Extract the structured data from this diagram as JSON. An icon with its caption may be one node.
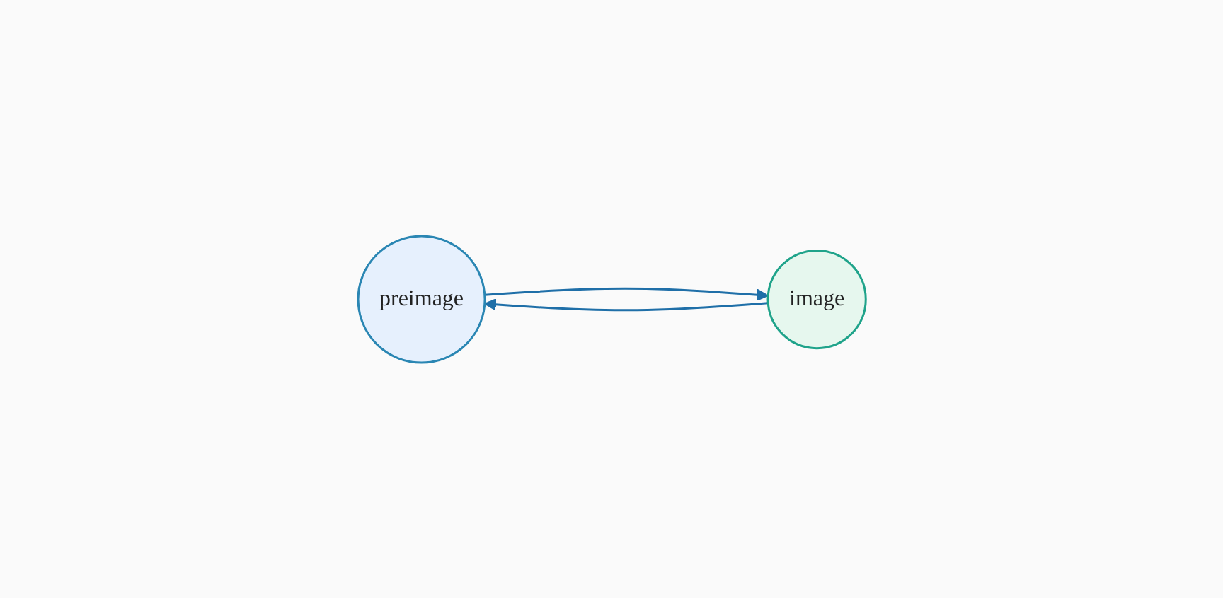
{
  "diagram": {
    "nodes": [
      {
        "text": [
          "preimage"
        ]
      },
      {
        "text": [
          "image"
        ]
      }
    ],
    "edges": [
      {
        "from": 0,
        "to": 1,
        "arrow": "to"
      },
      {
        "from": 1,
        "to": 0,
        "arrow": "to"
      }
    ]
  }
}
